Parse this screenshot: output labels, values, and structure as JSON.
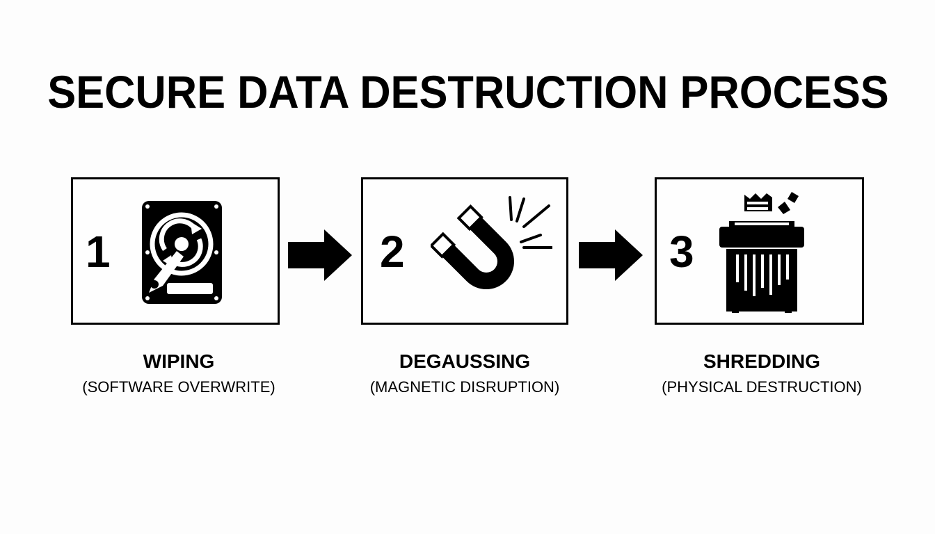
{
  "title": "SECURE DATA DESTRUCTION PROCESS",
  "steps": [
    {
      "number": "1",
      "icon": "hard-drive-icon",
      "label": "WIPING",
      "sublabel": "(SOFTWARE OVERWRITE)"
    },
    {
      "number": "2",
      "icon": "magnet-icon",
      "label": "DEGAUSSING",
      "sublabel": "(MAGNETIC DISRUPTION)"
    },
    {
      "number": "3",
      "icon": "shredder-icon",
      "label": "SHREDDING",
      "sublabel": "(PHYSICAL DESTRUCTION)"
    }
  ],
  "colors": {
    "foreground": "#000000",
    "background": "#fdfdfd"
  }
}
